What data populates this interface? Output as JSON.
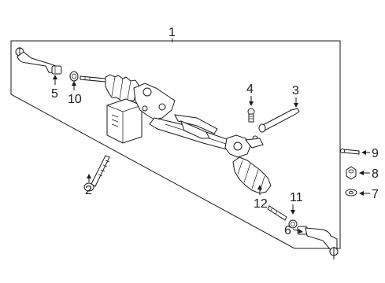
{
  "diagram": {
    "callouts": [
      {
        "id": "1",
        "text": "1"
      },
      {
        "id": "2",
        "text": "2"
      },
      {
        "id": "3",
        "text": "3"
      },
      {
        "id": "4",
        "text": "4"
      },
      {
        "id": "5",
        "text": "5"
      },
      {
        "id": "6",
        "text": "6"
      },
      {
        "id": "7",
        "text": "7"
      },
      {
        "id": "8",
        "text": "8"
      },
      {
        "id": "9",
        "text": "9"
      },
      {
        "id": "10",
        "text": "10"
      },
      {
        "id": "11",
        "text": "11"
      },
      {
        "id": "12",
        "text": "12"
      }
    ],
    "colors": {
      "ink": "#1a1a1a",
      "background": "#ffffff"
    }
  }
}
